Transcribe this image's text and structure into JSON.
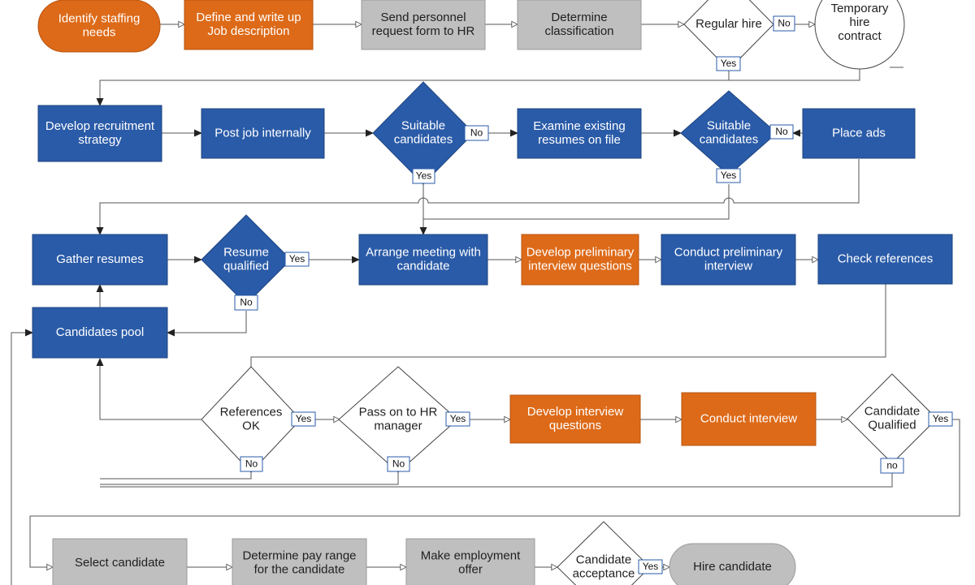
{
  "colors": {
    "blue": "#2a5ba8",
    "orange": "#dd6a18",
    "gray": "#bfbfbf",
    "line": "#555555",
    "text_dark": "#1f1f1f",
    "text_light": "#ffffff"
  },
  "nodes": {
    "identify": {
      "lines": [
        "Identify staffing",
        "needs"
      ]
    },
    "define": {
      "lines": [
        "Define and write up",
        "Job description"
      ]
    },
    "send_form": {
      "lines": [
        "Send personnel",
        "request form to HR"
      ]
    },
    "determine_class": {
      "lines": [
        "Determine",
        "classification"
      ]
    },
    "regular_hire": {
      "lines": [
        "Regular hire"
      ]
    },
    "temp_hire": {
      "lines": [
        "Temporary",
        "hire",
        "contract"
      ]
    },
    "develop_strategy": {
      "lines": [
        "Develop recruitment",
        "strategy"
      ]
    },
    "post_job": {
      "lines": [
        "Post job internally"
      ]
    },
    "suitable1": {
      "lines": [
        "Suitable",
        "candidates"
      ]
    },
    "examine": {
      "lines": [
        "Examine existing",
        "resumes on file"
      ]
    },
    "suitable2": {
      "lines": [
        "Suitable",
        "candidates"
      ]
    },
    "place_ads": {
      "lines": [
        "Place ads"
      ]
    },
    "gather": {
      "lines": [
        "Gather resumes"
      ]
    },
    "resume_qual": {
      "lines": [
        "Resume",
        "qualified"
      ]
    },
    "arrange": {
      "lines": [
        "Arrange meeting with",
        "candidate"
      ]
    },
    "dev_prelim": {
      "lines": [
        "Develop preliminary",
        "interview questions"
      ]
    },
    "conduct_prelim": {
      "lines": [
        "Conduct preliminary",
        "interview"
      ]
    },
    "check_refs": {
      "lines": [
        "Check references"
      ]
    },
    "cand_pool": {
      "lines": [
        "Candidates pool"
      ]
    },
    "refs_ok": {
      "lines": [
        "References",
        "OK"
      ]
    },
    "pass_hr": {
      "lines": [
        "Pass on to HR",
        "manager"
      ]
    },
    "dev_interview": {
      "lines": [
        "Develop interview",
        "questions"
      ]
    },
    "conduct_interview": {
      "lines": [
        "Conduct interview"
      ]
    },
    "cand_qualified": {
      "lines": [
        "Candidate",
        "Qualified"
      ]
    },
    "select": {
      "lines": [
        "Select candidate"
      ]
    },
    "pay_range": {
      "lines": [
        "Determine pay range",
        "for the candidate"
      ]
    },
    "offer": {
      "lines": [
        "Make employment",
        "offer"
      ]
    },
    "acceptance": {
      "lines": [
        "Candidate",
        "acceptance"
      ]
    },
    "hire": {
      "lines": [
        "Hire candidate"
      ]
    }
  },
  "labels": {
    "regular_no": "No",
    "regular_yes": "Yes",
    "suitable1_no": "No",
    "suitable1_yes": "Yes",
    "suitable2_no": "No",
    "suitable2_yes": "Yes",
    "resume_yes": "Yes",
    "resume_no": "No",
    "refs_yes": "Yes",
    "refs_no": "No",
    "hr_yes": "Yes",
    "hr_no": "No",
    "qualified_yes": "Yes",
    "qualified_no": "no",
    "accept_yes": "Yes"
  }
}
